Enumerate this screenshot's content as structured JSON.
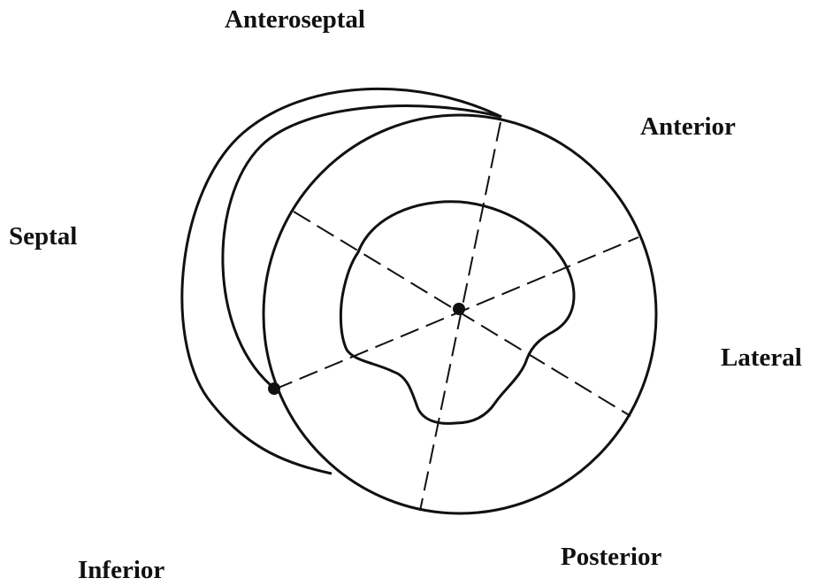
{
  "labels": {
    "anteroseptal": "Anteroseptal",
    "anterior": "Anterior",
    "septal": "Septal",
    "lateral": "Lateral",
    "posterior": "Posterior",
    "inferior": "Inferior"
  },
  "colors": {
    "line": "#111111",
    "background": "#ffffff"
  }
}
